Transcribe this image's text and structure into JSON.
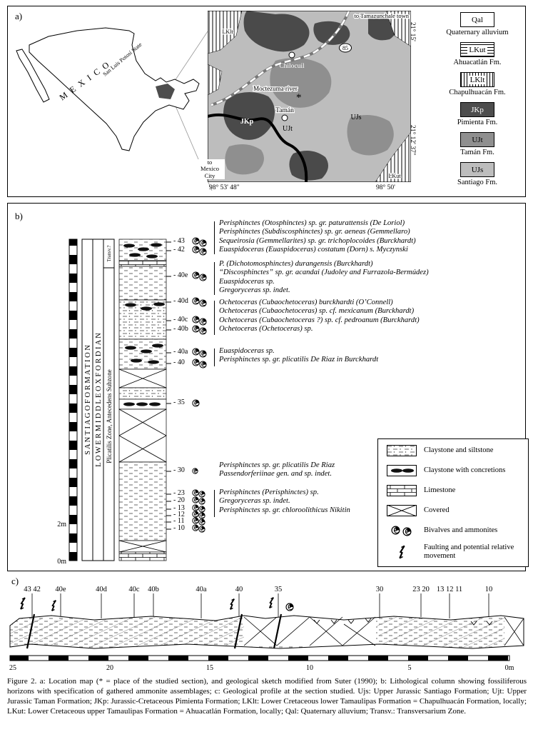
{
  "panel_a": {
    "label": "a)",
    "mexico_label": "M E X I C O",
    "state_label": "San Luis Potosí State",
    "map_labels": {
      "to_top": "to Tamazunchale town",
      "chilocuil": "Chilocuil",
      "river": "Moctezuma river",
      "taman": "Tamán",
      "ujt": "UJt",
      "ujs": "UJs",
      "jkp": "JKp",
      "lklt": "LKlt",
      "lkut": "LKut",
      "highway": "85",
      "to_bottom": "to\nMexico\nCity",
      "asterisk": "*"
    },
    "coords": {
      "bottom_left": "98° 53' 48\"",
      "bottom_right": "98° 50'",
      "right_top": "21° 15'",
      "right_bottom": "21° 12' 37\""
    },
    "legend": [
      {
        "code": "Qal",
        "label": "Quaternary alluvium"
      },
      {
        "code": "LKut",
        "label": "Ahuacatlán Fm."
      },
      {
        "code": "LKlt",
        "label": "Chapulhuacán Fm."
      },
      {
        "code": "JKp",
        "label": "Pimienta Fm."
      },
      {
        "code": "UJt",
        "label": "Tamán Fm."
      },
      {
        "code": "UJs",
        "label": "Santiago Fm."
      }
    ],
    "colors": {
      "jkp": "#4d4d4d",
      "ujt": "#8f8f8f",
      "ujs": "#bdbdbd"
    }
  },
  "panel_b": {
    "label": "b)",
    "formation": "S A N T I A G O   F O R M A T I O N",
    "stage": "L O W E R   M I D D L E   O X F O R D I A N",
    "zone": "Plicatilis Zone, Antecedens Subzone",
    "transv": "Transv.?",
    "scale_2m": "2m",
    "scale_0m": "0m",
    "levels": [
      "43",
      "42",
      "40e",
      "40d",
      "40c",
      "40b",
      "40a",
      "40",
      "35",
      "30",
      "23",
      "20",
      "13",
      "12",
      "11",
      "10"
    ],
    "groups": [
      {
        "lines": [
          "Perisphinctes (Otosphinctes) sp. gr. paturattensis (De Loriol)",
          "Perisphinctes (Subdiscosphinctes) sp. gr. aeneas (Gemmellaro)",
          "Sequeirosia (Gemmellarites) sp. gr. trichoplocoides (Burckhardt)",
          "Euaspidoceras (Euaspidoceras) costatum (Dorn) s. Myczynski"
        ]
      },
      {
        "lines": [
          "P. (Dichotomosphinctes) durangensis (Burckhardt)",
          "“Discosphinctes” sp. gr. acandai (Judoley and Furrazola-Bermúdez)",
          "Euaspidoceras sp.",
          "Gregoryceras sp. indet."
        ]
      },
      {
        "lines": [
          "Ochetoceras (Cubaochetoceras) burckhardti (O’Connell)",
          "Ochetoceras (Cubaochetoceras) sp. cf. mexicanum (Burckhardt)",
          "Ochetoceras (Cubaochetoceras ?) sp. cf. pedroanum (Burckhardt)",
          "Ochetoceras (Ochetoceras) sp."
        ]
      },
      {
        "lines": [
          "Euaspidoceras sp.",
          "Perisphinctes sp. gr. plicatilis De Riaz in Burckhardt"
        ]
      },
      {
        "lines": [
          "Perisphinctes sp. gr. plicatilis De Riaz",
          "Passendorferiinae gen. and sp. indet."
        ]
      },
      {
        "lines": [
          "Perisphinctes (Perisphinctes) sp.",
          "Gregoryceras sp. indet.",
          "Perisphinctes sp. gr. chloroolithicus Nikitin"
        ]
      }
    ],
    "legend": [
      "Claystone and siltstone",
      "Claystone with concretions",
      "Limestone",
      "Covered",
      "Bivalves and ammonites",
      "Faulting and potential relative movement"
    ]
  },
  "panel_c": {
    "label": "c)",
    "markers": [
      "43 42",
      "40e",
      "40d",
      "40c",
      "40b",
      "40a",
      "40",
      "35",
      "30",
      "23 20",
      "13 12 11",
      "10"
    ],
    "scale": [
      "25",
      "20",
      "15",
      "10",
      "5",
      "0m"
    ]
  },
  "caption": "Figure 2. a: Location map (* = place of the studied section), and geological sketch modified from Suter (1990); b: Lithological column showing fossiliferous horizons with specification of gathered ammonite assemblages; c: Geological profile at the section studied. Ujs: Upper Jurassic Santiago Formation; Ujt: Upper Jurassic Taman Formation; JKp: Jurassic-Cretaceous Pimienta Formation; LKlt: Lower Cretaceous lower Tamaulipas Formation = Chapulhuacán Formation, locally; LKut: Lower Cretaceous upper Tamaulipas Formation = Ahuacatlán Formation, locally; Qal: Quaternary alluvium; Transv.: Transversarium Zone."
}
